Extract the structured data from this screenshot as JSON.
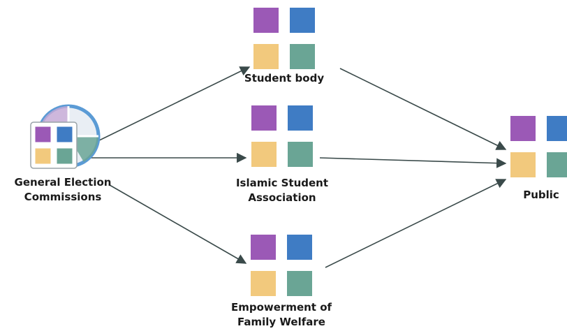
{
  "colors": {
    "purple": "#9b59b6",
    "blue": "#3f7cc4",
    "yellow": "#f2c97d",
    "green": "#6aa595",
    "arrow": "#3a4a4a",
    "globe": "#5b9bd5"
  },
  "nodes": [
    {
      "id": "general-election-commissions",
      "lines": [
        "General Election",
        "Commissions"
      ],
      "icon": "globe-grid-icon"
    },
    {
      "id": "student-body",
      "lines": [
        "Student body"
      ],
      "icon": "grid-icon"
    },
    {
      "id": "islamic-student-association",
      "lines": [
        "Islamic Student",
        "Association"
      ],
      "icon": "grid-icon"
    },
    {
      "id": "empowerment-of-family-welfare",
      "lines": [
        "Empowerment of",
        "Family Welfare"
      ],
      "icon": "grid-icon"
    },
    {
      "id": "public",
      "lines": [
        "Public"
      ],
      "icon": "grid-icon"
    }
  ],
  "edges": [
    {
      "from": "general-election-commissions",
      "to": "student-body"
    },
    {
      "from": "general-election-commissions",
      "to": "islamic-student-association"
    },
    {
      "from": "general-election-commissions",
      "to": "empowerment-of-family-welfare"
    },
    {
      "from": "student-body",
      "to": "public"
    },
    {
      "from": "islamic-student-association",
      "to": "public"
    },
    {
      "from": "empowerment-of-family-welfare",
      "to": "public"
    }
  ]
}
